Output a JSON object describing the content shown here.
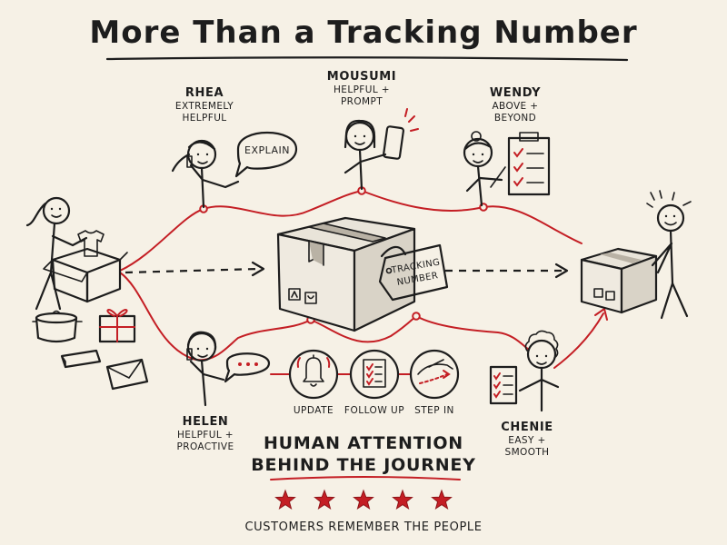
{
  "title": "More Than a Tracking Number",
  "speech_bubble": "EXPLAIN",
  "tag": {
    "line1": "TRACKING",
    "line2": "NUMBER"
  },
  "people": [
    {
      "id": "rhea",
      "name": "RHEA",
      "traits": [
        "EXTREMELY",
        "HELPFUL"
      ]
    },
    {
      "id": "mousumi",
      "name": "MOUSUMI",
      "traits": [
        "HELPFUL +",
        "PROMPT"
      ]
    },
    {
      "id": "wendy",
      "name": "WENDY",
      "traits": [
        "ABOVE +",
        "BEYOND"
      ]
    },
    {
      "id": "helen",
      "name": "HELEN",
      "traits": [
        "HELPFUL +",
        "PROACTIVE"
      ]
    },
    {
      "id": "chenie",
      "name": "CHENIE",
      "traits": [
        "EASY +",
        "SMOOTH"
      ]
    }
  ],
  "steps": [
    {
      "id": "update",
      "label": "UPDATE",
      "icon": "bell-icon"
    },
    {
      "id": "follow-up",
      "label": "FOLLOW UP",
      "icon": "checklist-icon"
    },
    {
      "id": "step-in",
      "label": "STEP IN",
      "icon": "hand-icon"
    }
  ],
  "headline": {
    "line1": "HUMAN ATTENTION",
    "line2": "BEHIND THE JOURNEY"
  },
  "rating": {
    "stars": 5,
    "max": 5,
    "color": "#c41e24"
  },
  "footer": "CUSTOMERS REMEMBER THE PEOPLE",
  "colors": {
    "accent": "#c41e24",
    "ink": "#1d1d1d",
    "paper": "#f6f1e6"
  }
}
